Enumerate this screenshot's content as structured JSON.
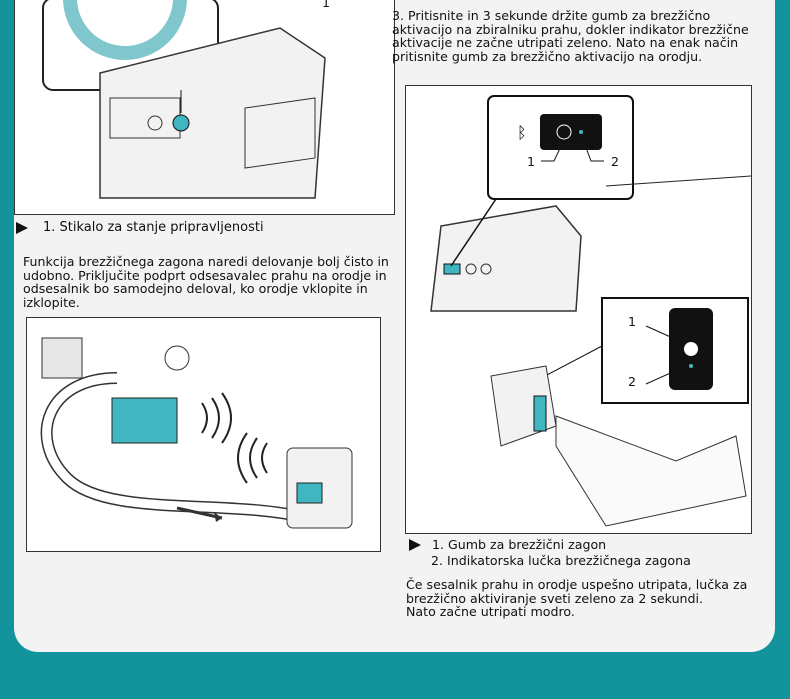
{
  "step3": "3. Pritisnite in 3 sekunde držite gumb za brezžično aktivacijo na zbiralniku prahu, dokler indikator brezžične aktivacije ne začne utripati zeleno. Nato na enak način pritisnite gumb za brezžično aktivacijo na orodju.",
  "figure1": {
    "callout": "1",
    "legend": "1. Stikalo za stanje pripravljenosti"
  },
  "intro": "Funkcija brezžičnega zagona naredi delovanje bolj čisto in udobno. Priključite podprt odsesavalec prahu na orodje in odsesalnik bo samodejno deloval, ko orodje vklopite in izklopite.",
  "figure3": {
    "callouts": [
      "1",
      "2"
    ],
    "legend": [
      "1. Gumb za brezžični zagon",
      "2. Indikatorska lučka brezžičnega zagona"
    ]
  },
  "result": "Če sesalnik prahu in orodje uspešno utripata, lučka za brezžično aktiviranje sveti zeleno za 2 sekundi.\nNato začne utripati modro.",
  "colors": {
    "background": "#13939b",
    "card": "#f4f3f4",
    "accent": "#3fb6c0"
  }
}
